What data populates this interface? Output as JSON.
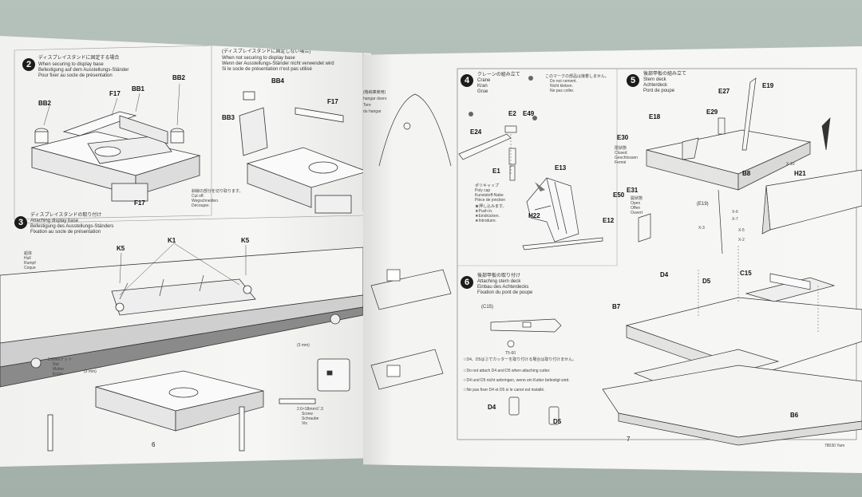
{
  "left_page": {
    "step2": {
      "number": "2",
      "jp": "ディスプレイスタンドに固定する場合",
      "en": "When securing to display base",
      "de": "Befestigung auf dem Ausstellungs-Ständer",
      "fr": "Pour fixer au socle de présentation"
    },
    "step2b": {
      "jp": "(ディスプレイスタンドに固定しない場合)",
      "en": "When not securing to display base",
      "de": "Wenn der Ausstellungs-Ständer nicht verwendet wird",
      "fr": "Si le socle de présentation n'est pas utilisé"
    },
    "step3": {
      "number": "3",
      "jp": "ディスプレイスタンドの取り付け",
      "en": "Attaching display base",
      "de": "Befestigung des Ausstellungs-Ständers",
      "fr": "Fixation au socle de présentation"
    },
    "cutoff_note": {
      "jp": "斜線の部分を切り取ります。",
      "en": "Cut off.",
      "de": "Wegschneiden.",
      "fr": "Découper."
    },
    "hull_label": {
      "jp": "船体",
      "en": "Hull",
      "de": "Rumpf",
      "fr": "Coque"
    },
    "nut_note": {
      "jp": "2.6mmナット",
      "en": "Nut",
      "de": "Mutter",
      "fr": "Ecrou"
    },
    "screw_note": {
      "jp": "2.6×18mmビス",
      "en": "Screw",
      "de": "Schraube",
      "fr": "Vis"
    },
    "part_labels": [
      "BB2",
      "BB1",
      "F17",
      "BB2",
      "F17",
      "BB4",
      "BB3",
      "F17",
      "K1",
      "K5",
      "K5"
    ],
    "dim_3mm": "(3 mm)",
    "page_number": "6"
  },
  "right_page": {
    "step4": {
      "number": "4",
      "jp": "クレーンの組み立て",
      "en": "Crane",
      "de": "Kran",
      "fr": "Grue",
      "note_jp": "このマークの部品は接着しません。",
      "note_en": "Do not cement.",
      "note_de": "Nicht kleben.",
      "note_fr": "Ne pas coller."
    },
    "polycap": {
      "jp": "ポリキャップ",
      "en": "Poly cap",
      "de": "Kunststoff-Nabe",
      "fr": "Pièce de jonction"
    },
    "push_in": {
      "jp": "★押し込みます。",
      "en": "★Push in.",
      "de": "★Eindrücken.",
      "fr": "★Introduire."
    },
    "step5": {
      "number": "5",
      "jp": "後部甲板の組み立て",
      "en": "Stern deck",
      "de": "Achterdeck",
      "fr": "Pont de poupe"
    },
    "closed": {
      "jp": "閉状態",
      "en": "Closed",
      "de": "Geschlossen",
      "fr": "Fermé"
    },
    "open": {
      "jp": "開状態",
      "en": "Open",
      "de": "Offen",
      "fr": "Ouvert"
    },
    "step6": {
      "number": "6",
      "jp": "後部甲板の取り付け",
      "en": "Attaching stern deck",
      "de": "Einbau des Achterdecks",
      "fr": "Fixation du pont de poupe"
    },
    "c15_caption": "(C15)",
    "e19_caption": "(E19)",
    "d4_note": {
      "jp": "☆D4、D5は②でカッターを取り付ける場合は取り付けません。",
      "en": "☆Do not attach D4 and D5 when attaching cutter.",
      "de": "☆D4 und D5 nicht anbringen, wenn ein Kutter befestigt wird.",
      "fr": "☆Ne pas fixer D4 et D5 si le canot est installé."
    },
    "hangar_note": {
      "jp": "(格納庫扉用)",
      "en": "hangar doors",
      "de": "Tore",
      "fr": "du hangar"
    },
    "part_labels": [
      "E2",
      "E49",
      "E24",
      "E1",
      "E13",
      "H22",
      "E50",
      "E12",
      "E30",
      "E18",
      "E27",
      "E19",
      "E29",
      "B8",
      "E31",
      "H21",
      "X-10",
      "X-6",
      "X-7",
      "X-5",
      "X-2",
      "X-3",
      "D4",
      "D5",
      "C15",
      "B7",
      "B6",
      "T5-60"
    ],
    "page_number": "7",
    "catalog_code": "78030 Yam"
  },
  "colors": {
    "paper": "#f4f4f2",
    "background": "#a9b5af",
    "ink": "#222222",
    "step_badge": "#1c1c1c"
  }
}
